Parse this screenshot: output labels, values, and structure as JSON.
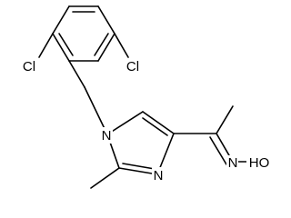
{
  "molecule": {
    "atoms": {
      "cl_left": "Cl",
      "cl_right": "Cl",
      "n1": "N",
      "n3": "N",
      "hydroxyl": "HO",
      "oxime_n": "N"
    },
    "colors": {
      "bond": "#000000",
      "label": "#000000",
      "background": "#ffffff"
    }
  }
}
